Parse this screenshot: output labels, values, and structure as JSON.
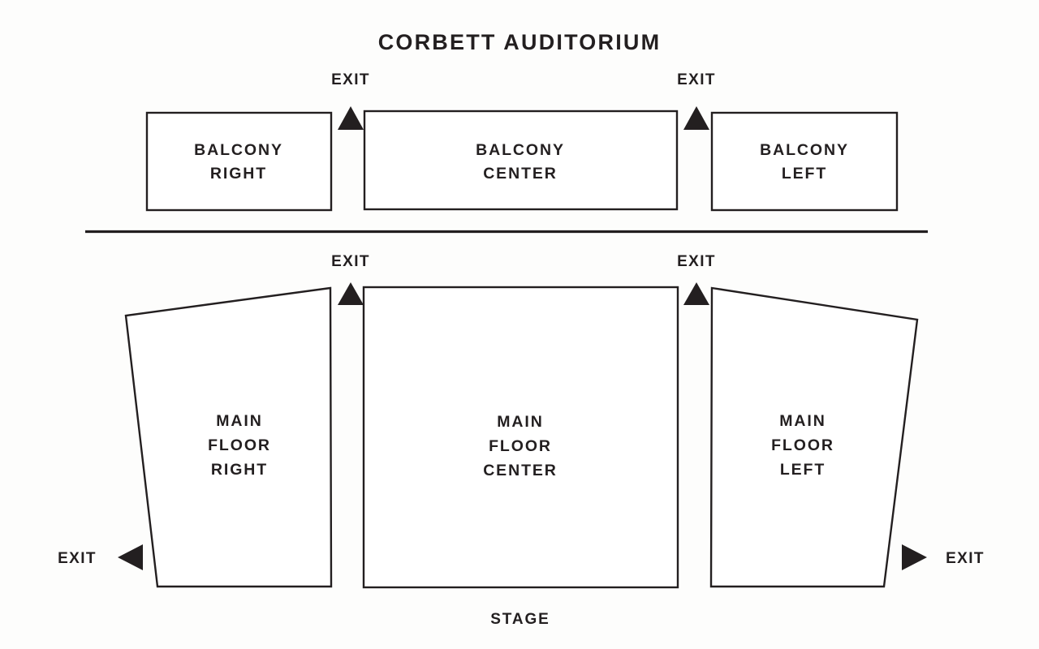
{
  "venue": {
    "title": "CORBETT AUDITORIUM",
    "stage_label": "STAGE"
  },
  "colors": {
    "ink": "#231f20",
    "background": "#fdfdfc",
    "section_fill": "#ffffff"
  },
  "balcony": {
    "level_name": "BALCONY",
    "sections": [
      {
        "id": "balcony-right",
        "line1": "BALCONY",
        "line2": "RIGHT"
      },
      {
        "id": "balcony-center",
        "line1": "BALCONY",
        "line2": "CENTER"
      },
      {
        "id": "balcony-left",
        "line1": "BALCONY",
        "line2": "LEFT"
      }
    ]
  },
  "main_floor": {
    "level_name": "MAIN FLOOR",
    "sections": [
      {
        "id": "main-floor-right",
        "line1": "MAIN",
        "line2": "FLOOR",
        "line3": "RIGHT"
      },
      {
        "id": "main-floor-center",
        "line1": "MAIN",
        "line2": "FLOOR",
        "line3": "CENTER"
      },
      {
        "id": "main-floor-left",
        "line1": "MAIN",
        "line2": "FLOOR",
        "line3": "LEFT"
      }
    ]
  },
  "exits": [
    {
      "id": "exit-balcony-right-aisle",
      "label": "EXIT",
      "direction": "up"
    },
    {
      "id": "exit-balcony-left-aisle",
      "label": "EXIT",
      "direction": "up"
    },
    {
      "id": "exit-main-right-aisle",
      "label": "EXIT",
      "direction": "up"
    },
    {
      "id": "exit-main-left-aisle",
      "label": "EXIT",
      "direction": "up"
    },
    {
      "id": "exit-main-far-right",
      "label": "EXIT",
      "direction": "left"
    },
    {
      "id": "exit-main-far-left",
      "label": "EXIT",
      "direction": "right"
    }
  ]
}
